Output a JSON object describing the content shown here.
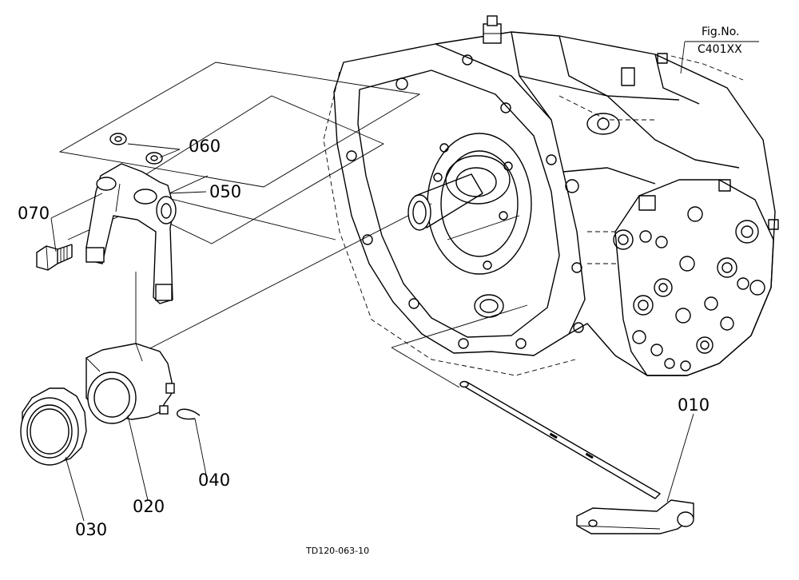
{
  "figure": {
    "label_line1": "Fig.No.",
    "label_line2": "C401XX"
  },
  "drawing_code": "TD120-063-10",
  "callouts": {
    "p010": "010",
    "p020": "020",
    "p030": "030",
    "p040": "040",
    "p050": "050",
    "p060": "060",
    "p070": "070"
  }
}
